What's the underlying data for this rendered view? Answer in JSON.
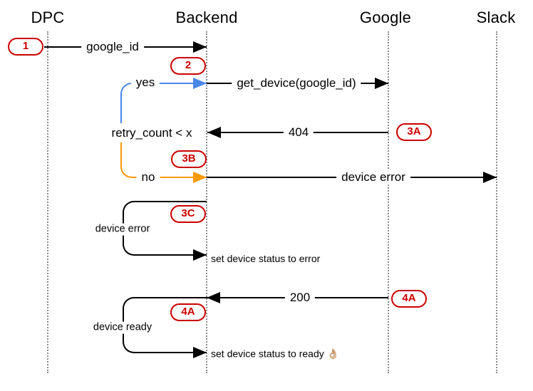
{
  "colors": {
    "red": "#cc0000",
    "blue": "#4a86e8",
    "orange": "#ff9900",
    "line": "#000000",
    "lifeline": "#8a8a8a",
    "bg": "#ffffff"
  },
  "actors": [
    {
      "name": "DPC"
    },
    {
      "name": "Backend"
    },
    {
      "name": "Google"
    },
    {
      "name": "Slack"
    }
  ],
  "badges": {
    "b1": "1",
    "b2": "2",
    "b3a": "3A",
    "b3b": "3B",
    "b3c": "3C",
    "b4a_left": "4A",
    "b4a_right": "4A"
  },
  "messages": {
    "google_id": "google_id",
    "yes": "yes",
    "get_device": "get_device(google_id)",
    "retry_count": "retry_count < x",
    "not_found": "404",
    "no": "no",
    "device_error_msg": "device error",
    "loop_device_error": "device error",
    "set_error": "set device status to error",
    "ok": "200",
    "loop_device_ready": "device ready",
    "set_ready": "set device status to ready 👌🏼"
  }
}
